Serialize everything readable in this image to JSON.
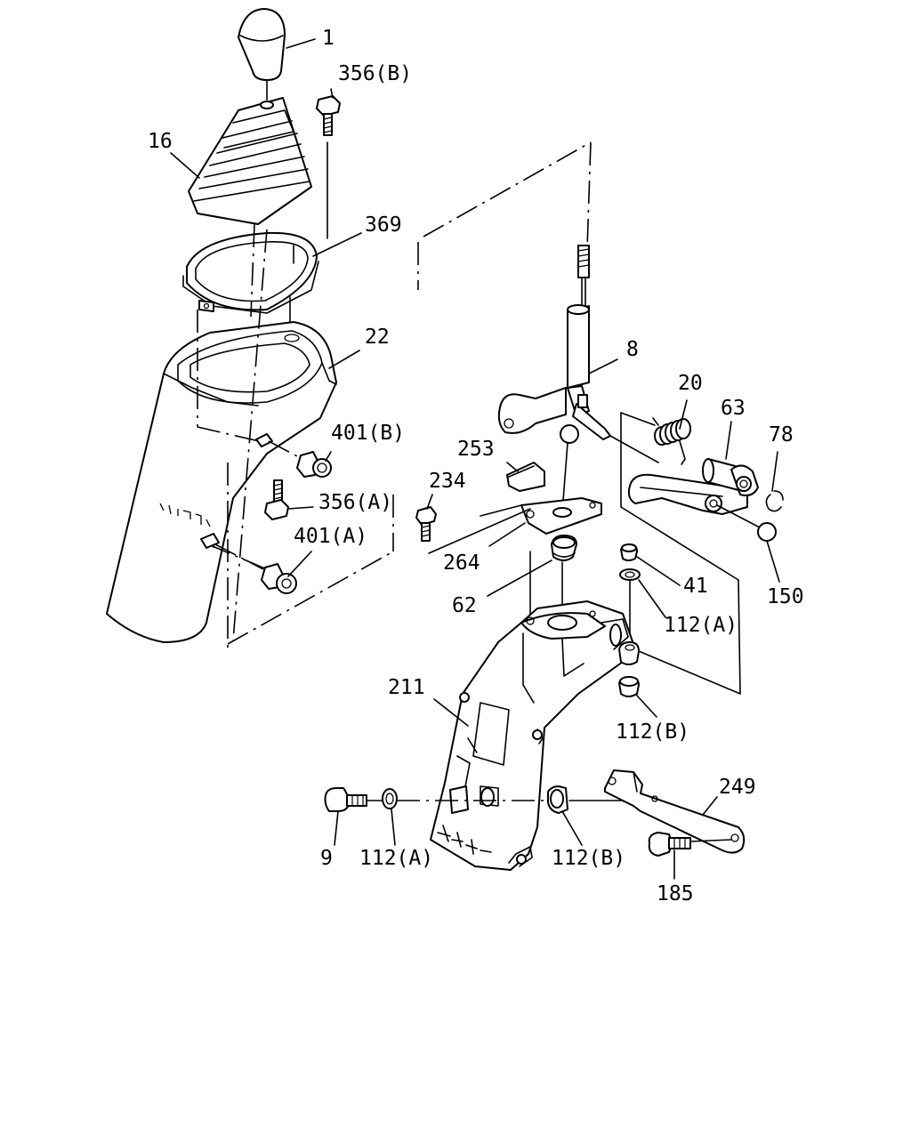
{
  "labels": {
    "l1": "1",
    "l356b": "356(B)",
    "l16": "16",
    "l369": "369",
    "l22": "22",
    "l8": "8",
    "l20": "20",
    "l63": "63",
    "l78": "78",
    "l401b": "401(B)",
    "l253": "253",
    "l234": "234",
    "l356a": "356(A)",
    "l401a": "401(A)",
    "l264": "264",
    "l41": "41",
    "l150": "150",
    "l62": "62",
    "l112a_top": "112(A)",
    "l211": "211",
    "l112b_top": "112(B)",
    "l249": "249",
    "l9": "9",
    "l112a_bot": "112(A)",
    "l112b_bot": "112(B)",
    "l185": "185"
  }
}
